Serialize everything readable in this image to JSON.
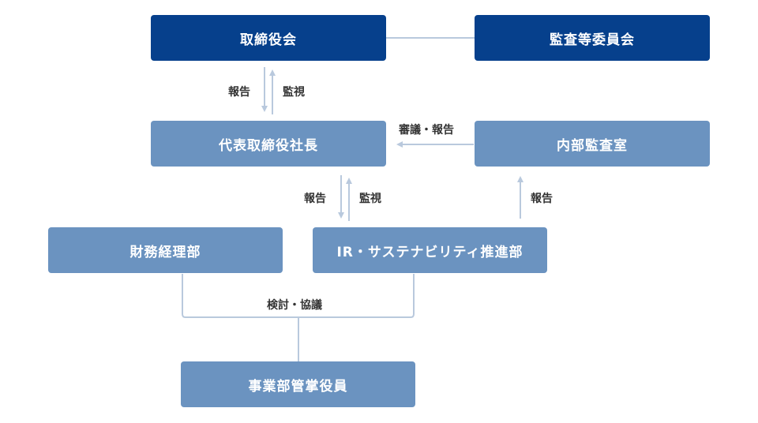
{
  "nodes": {
    "board": "取締役会",
    "audit_committee": "監査等委員会",
    "president": "代表取締役社長",
    "internal_audit": "内部監査室",
    "finance": "財務経理部",
    "ir_sustainability": "IR・サステナビリティ推進部",
    "business_officers": "事業部管掌役員"
  },
  "edge_labels": {
    "president_to_board": "報告",
    "board_to_president": "監視",
    "audit_to_president": "審議・報告",
    "ir_to_president": "報告",
    "president_to_ir": "監視",
    "ir_to_audit": "報告",
    "discussion": "検討・協議"
  },
  "colors": {
    "dark_box": "#06408c",
    "light_box": "#6b93c0",
    "connector": "#b9c9dd",
    "label_text": "#333333"
  }
}
